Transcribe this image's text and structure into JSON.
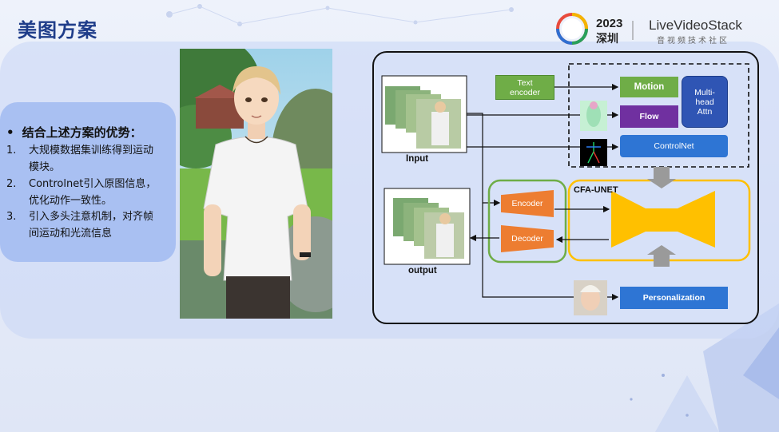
{
  "slide": {
    "title": "美图方案"
  },
  "logo": {
    "year": "2023",
    "city": "深圳",
    "brand": "LiveVideoStack",
    "tagline": "音视频技术社区"
  },
  "bullets": {
    "heading": "结合上述方案的优势：",
    "items": [
      {
        "num": "1.",
        "text": "大规模数据集训练得到运动模块。"
      },
      {
        "num": "2.",
        "text": "Controlnet引入原图信息，优化动作一致性。"
      },
      {
        "num": "3.",
        "text": "引入多头注意机制，对齐帧间运动和光流信息"
      }
    ]
  },
  "diagram": {
    "input_label": "Input",
    "output_label": "output",
    "text_encoder": "Text encoder",
    "motion": "Motion",
    "flow": "Flow",
    "multi_head": "Multi-head Attn",
    "controlnet": "ControlNet",
    "cfa_unet": "CFA-UNET",
    "encoder": "Encoder",
    "decoder": "Decoder",
    "personalization": "Personalization",
    "colors": {
      "green": "#6fad47",
      "purple": "#7030a0",
      "blue": "#2e75d4",
      "navy": "#2f55b4",
      "orange": "#ed7d31",
      "yellow": "#ffc000"
    }
  }
}
